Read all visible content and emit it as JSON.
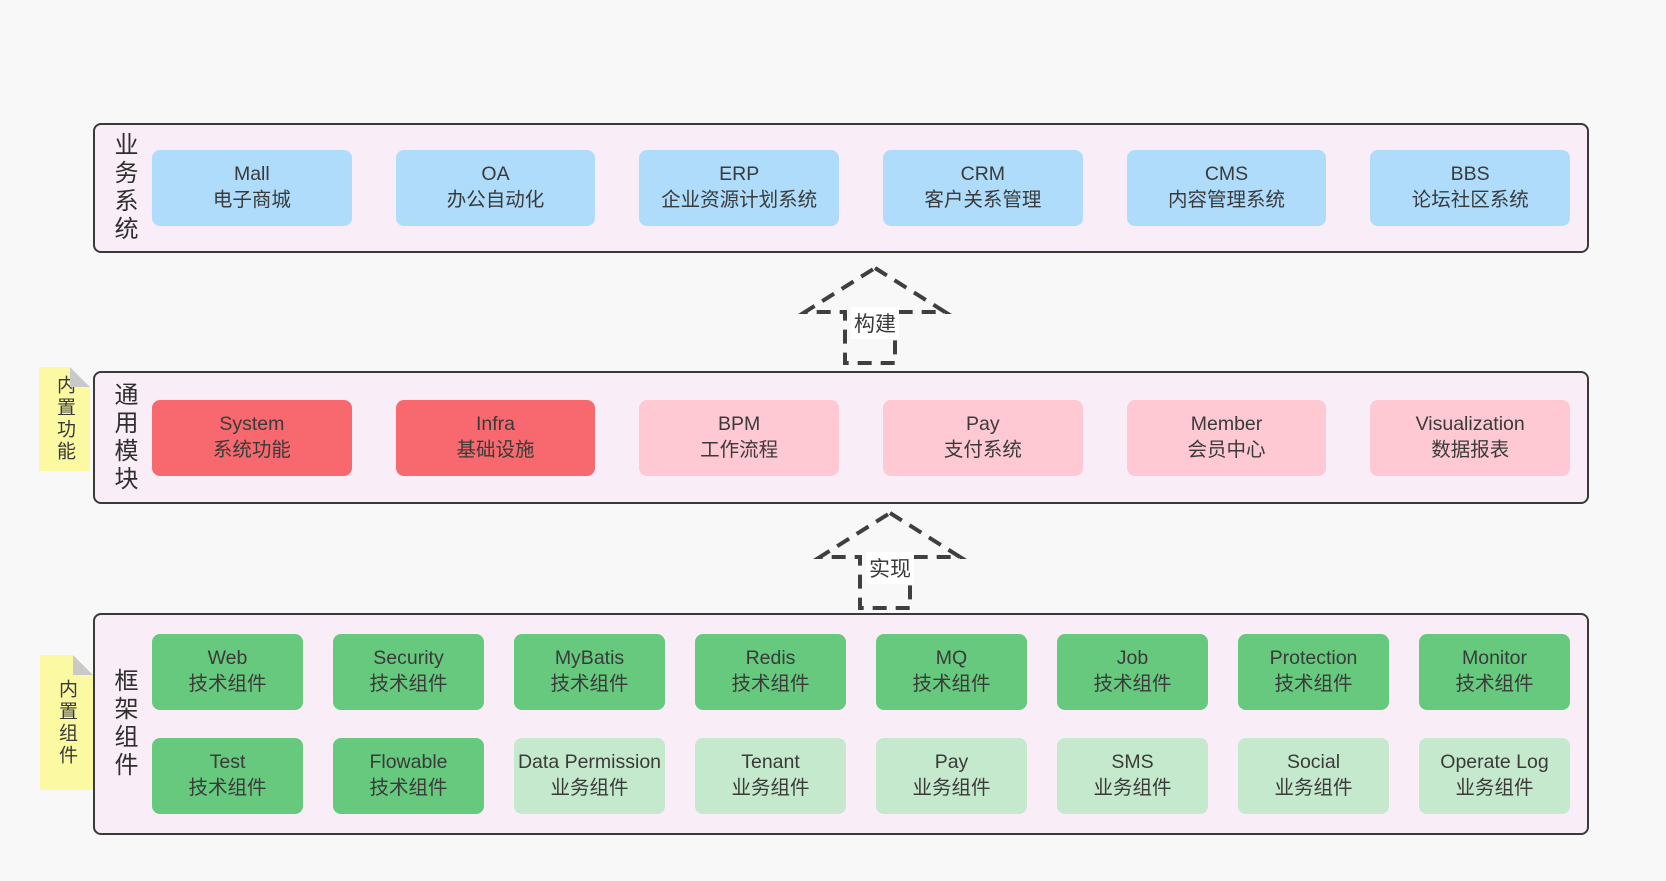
{
  "colors": {
    "page_bg": "#f8f8f8",
    "panel_bg": "#f9edf7",
    "panel_border": "#3a3a3a",
    "blue": "#aedcfa",
    "red": "#f7696e",
    "pink": "#fec9d3",
    "green_dark": "#66c97d",
    "green_light": "#c5e9cd",
    "note_yellow": "#fbf9a2",
    "note_fold": "#c9c9c9",
    "text": "#3a3a3a"
  },
  "business_panel": {
    "label": "业务系统",
    "items": [
      {
        "name": "Mall",
        "desc": "电子商城",
        "variant": "blue"
      },
      {
        "name": "OA",
        "desc": "办公自动化",
        "variant": "blue"
      },
      {
        "name": "ERP",
        "desc": "企业资源计划系统",
        "variant": "blue"
      },
      {
        "name": "CRM",
        "desc": "客户关系管理",
        "variant": "blue"
      },
      {
        "name": "CMS",
        "desc": "内容管理系统",
        "variant": "blue"
      },
      {
        "name": "BBS",
        "desc": "论坛社区系统",
        "variant": "blue"
      }
    ]
  },
  "build_arrow": {
    "label": "构建"
  },
  "modules_panel": {
    "label": "通用模块",
    "note": "内置功能",
    "items": [
      {
        "name": "System",
        "desc": "系统功能",
        "variant": "red"
      },
      {
        "name": "Infra",
        "desc": "基础设施",
        "variant": "red"
      },
      {
        "name": "BPM",
        "desc": "工作流程",
        "variant": "pink"
      },
      {
        "name": "Pay",
        "desc": "支付系统",
        "variant": "pink"
      },
      {
        "name": "Member",
        "desc": "会员中心",
        "variant": "pink"
      },
      {
        "name": "Visualization",
        "desc": "数据报表",
        "variant": "pink"
      }
    ]
  },
  "implement_arrow": {
    "label": "实现"
  },
  "framework_panel": {
    "label": "框架组件",
    "note": "内置组件",
    "row1": [
      {
        "name": "Web",
        "desc": "技术组件",
        "variant": "green-dark"
      },
      {
        "name": "Security",
        "desc": "技术组件",
        "variant": "green-dark"
      },
      {
        "name": "MyBatis",
        "desc": "技术组件",
        "variant": "green-dark"
      },
      {
        "name": "Redis",
        "desc": "技术组件",
        "variant": "green-dark"
      },
      {
        "name": "MQ",
        "desc": "技术组件",
        "variant": "green-dark"
      },
      {
        "name": "Job",
        "desc": "技术组件",
        "variant": "green-dark"
      },
      {
        "name": "Protection",
        "desc": "技术组件",
        "variant": "green-dark"
      },
      {
        "name": "Monitor",
        "desc": "技术组件",
        "variant": "green-dark"
      }
    ],
    "row2": [
      {
        "name": "Test",
        "desc": "技术组件",
        "variant": "green-dark"
      },
      {
        "name": "Flowable",
        "desc": "技术组件",
        "variant": "green-dark"
      },
      {
        "name": "Data Permission",
        "desc": "业务组件",
        "variant": "green-light"
      },
      {
        "name": "Tenant",
        "desc": "业务组件",
        "variant": "green-light"
      },
      {
        "name": "Pay",
        "desc": "业务组件",
        "variant": "green-light"
      },
      {
        "name": "SMS",
        "desc": "业务组件",
        "variant": "green-light"
      },
      {
        "name": "Social",
        "desc": "业务组件",
        "variant": "green-light"
      },
      {
        "name": "Operate Log",
        "desc": "业务组件",
        "variant": "green-light"
      }
    ]
  }
}
